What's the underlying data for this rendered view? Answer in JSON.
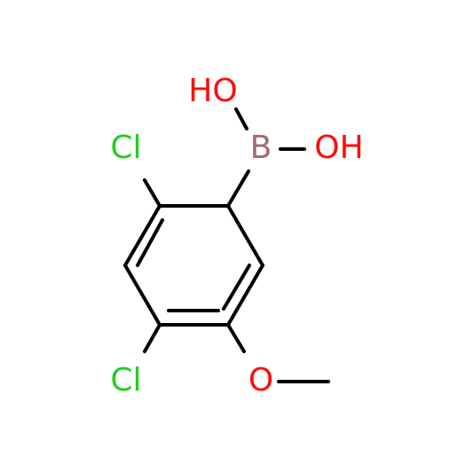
{
  "molecule": {
    "atoms": [
      {
        "id": "oh_top",
        "text": "HO",
        "element": "O",
        "color": "#ff0d0d"
      },
      {
        "id": "boron",
        "text": "B",
        "element": "B",
        "color": "#a66a6a"
      },
      {
        "id": "oh_right",
        "text": "OH",
        "element": "O",
        "color": "#ff0d0d"
      },
      {
        "id": "cl_top",
        "text": "Cl",
        "element": "Cl",
        "color": "#1fd01f"
      },
      {
        "id": "cl_bottom",
        "text": "Cl",
        "element": "Cl",
        "color": "#1fd01f"
      },
      {
        "id": "o_methoxy",
        "text": "O",
        "element": "O",
        "color": "#ff0d0d"
      }
    ],
    "bond_color": "#000000"
  }
}
